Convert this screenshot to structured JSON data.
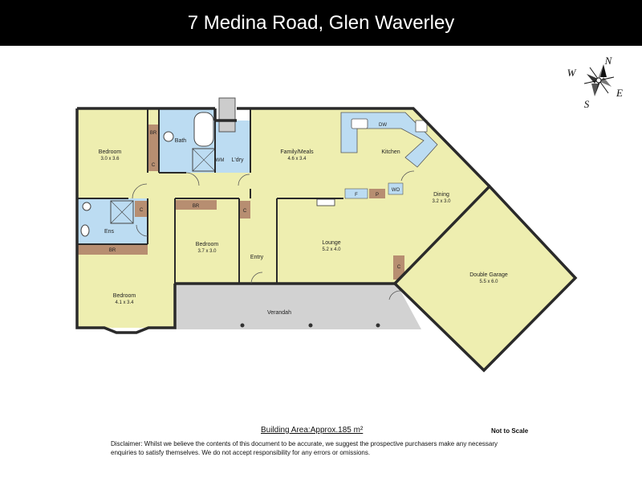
{
  "header": {
    "address": "7 Medina Road, Glen Waverley"
  },
  "compass": {
    "n": "N",
    "s": "S",
    "e": "E",
    "w": "W"
  },
  "rooms": {
    "bedroom1_name": "Bedroom",
    "bedroom1_size": "3.0 x 3.6",
    "bath": "Bath",
    "wm": "WM",
    "laundry": "L'dry",
    "family_name": "Family/Meals",
    "family_size": "4.6 x 3.4",
    "kitchen": "Kitchen",
    "dw": "DW",
    "wo": "WO",
    "fridge": "F",
    "pantry": "P",
    "dining_name": "Dining",
    "dining_size": "3.2 x 3.0",
    "ens": "Ens",
    "bedroom2_name": "Bedroom",
    "bedroom2_size": "3.7 x 3.0",
    "lounge_name": "Lounge",
    "lounge_size": "5.2 x 4.0",
    "entry": "Entry",
    "bedroom3_name": "Bedroom",
    "bedroom3_size": "4.1 x 3.4",
    "verandah": "Verandah",
    "garage_name": "Double Garage",
    "garage_size": "5.5 x 6.0",
    "br1": "BR",
    "br2": "BR",
    "br3": "BR",
    "c1": "C",
    "c2": "C",
    "c3": "C",
    "c4": "C"
  },
  "footer": {
    "area": "Building Area:Approx.185 m²",
    "scale": "Not to Scale",
    "disclaimer_line1": "Disclaimer: Whilst we believe the contents of this document to be accurate, we suggest the prospective purchasers make any necessary",
    "disclaimer_line2": "enquiries to satisfy themselves. We do not accept responsibility for any errors or omissions."
  },
  "colors": {
    "room": "#eeeeb0",
    "wet": "#bcdcf2",
    "verandah": "#d2d2d2",
    "robe": "#b78e71",
    "wall": "#2a2a2a"
  }
}
